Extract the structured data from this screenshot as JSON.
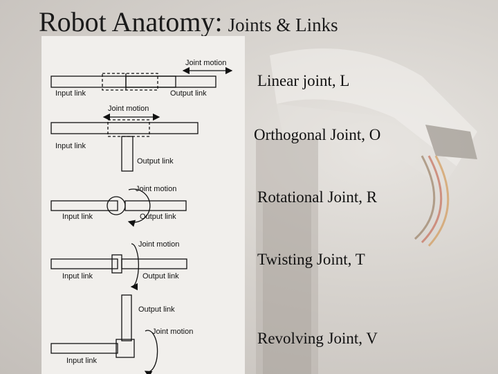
{
  "slide": {
    "title_main": "Robot Anatomy:",
    "title_sub": "Joints & Links"
  },
  "joints": [
    {
      "name": "Linear joint, L"
    },
    {
      "name": "Orthogonal Joint, O"
    },
    {
      "name": "Rotational Joint, R"
    },
    {
      "name": "Twisting Joint, T"
    },
    {
      "name": "Revolving Joint, V"
    }
  ],
  "diagram": {
    "joint_motion": "Joint motion",
    "input_link": "Input link",
    "output_link": "Output link"
  },
  "colors": {
    "text": "#111111",
    "figure_bg": "#f1efec"
  }
}
